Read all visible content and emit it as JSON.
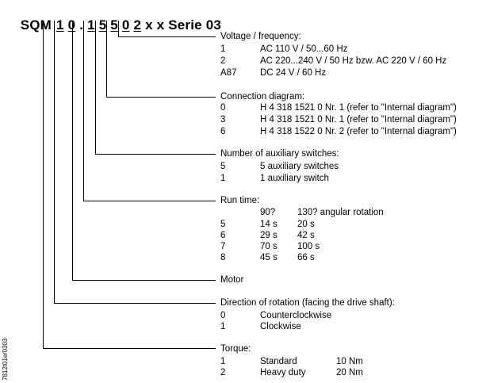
{
  "code": {
    "prefix": "SQM",
    "digits": [
      "1",
      "0",
      ".",
      "1",
      "5",
      "5",
      "0",
      "2"
    ],
    "suffix": "x x Serie 03"
  },
  "sections": [
    {
      "title": "Voltage / frequency:",
      "rows": [
        {
          "code": "1",
          "desc": "AC 110 V / 50...60 Hz"
        },
        {
          "code": "2",
          "desc": "AC 220...240 V / 50 Hz bzw. AC 220 V / 60 Hz"
        },
        {
          "code": "A87",
          "desc": "DC 24 V / 60 Hz"
        }
      ]
    },
    {
      "title": "Connection diagram:",
      "rows": [
        {
          "code": "0",
          "desc": "H 4 318 1521 0  Nr. 1 (refer to \"Internal diagram\")"
        },
        {
          "code": "3",
          "desc": "H 4 318 1521 0  Nr. 1 (refer to \"Internal diagram\")"
        },
        {
          "code": "6",
          "desc": "H 4 318 1522 0  Nr. 2 (refer to \"Internal diagram\")"
        }
      ]
    },
    {
      "title": "Number of auxiliary switches:",
      "rows": [
        {
          "code": "5",
          "desc": "5 auxiliary switches"
        },
        {
          "code": "1",
          "desc": "1 auxiliary switch"
        }
      ]
    },
    {
      "title": "Run time:",
      "header": {
        "c1": "90?",
        "c2": "130? angular rotation"
      },
      "rows": [
        {
          "code": "5",
          "c1": "14 s",
          "c2": "20 s"
        },
        {
          "code": "6",
          "c1": "29 s",
          "c2": "42 s"
        },
        {
          "code": "7",
          "c1": "70 s",
          "c2": "100 s"
        },
        {
          "code": "8",
          "c1": "45 s",
          "c2": "66 s"
        }
      ]
    },
    {
      "title": "Motor",
      "rows": []
    },
    {
      "title": "Direction of rotation (facing the drive shaft):",
      "rows": [
        {
          "code": "0",
          "desc": "Counterclockwise"
        },
        {
          "code": "1",
          "desc": "Clockwise"
        }
      ]
    },
    {
      "title": "Torque:",
      "rows": [
        {
          "code": "1",
          "c1": "Standard",
          "c2": "10 Nm"
        },
        {
          "code": "2",
          "c1": "Heavy duty",
          "c2": "20 Nm"
        }
      ]
    }
  ],
  "side_label": "7812t01e/0303"
}
